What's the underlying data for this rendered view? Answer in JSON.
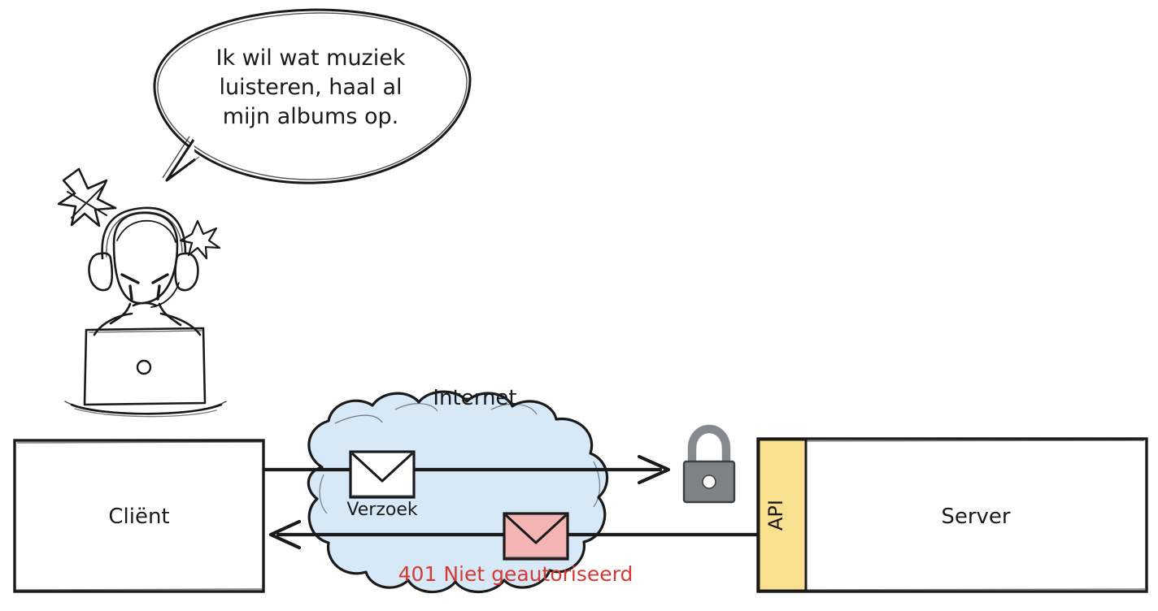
{
  "diagram": {
    "title": "Client API request with 401 unauthorized response",
    "style": "hand-drawn sketch",
    "background_color": "#ffffff"
  },
  "speech_bubble": {
    "name": "speech-bubble",
    "lines": [
      "Ik wil wat muziek",
      "luisteren, haal al",
      "mijn albums op."
    ],
    "text": "Ik wil wat muziek luisteren, haal al mijn albums op.",
    "stroke_color": "#1a1a1a",
    "fill_color": "#ffffff"
  },
  "person": {
    "name": "angry-user-at-laptop",
    "description": "angry person wearing a headset working on a laptop",
    "anger_marks": 2
  },
  "client_box": {
    "label": "Cliënt",
    "border_color": "#1a1a1a",
    "fill_color": "#ffffff"
  },
  "internet_cloud": {
    "label": "Internet",
    "fill_color": "#d7e8f6",
    "stroke_color": "#1a1a1a"
  },
  "request": {
    "envelope_label": "Verzoek",
    "envelope_color": "#ffffff",
    "arrow_direction": "right",
    "arrow_color": "#1a1a1a"
  },
  "response": {
    "status_text": "401 Niet geautoriseerd",
    "envelope_color": "#f4b4b4",
    "text_color": "#d33a33",
    "arrow_direction": "left",
    "arrow_color": "#1a1a1a"
  },
  "lock": {
    "name": "padlock-icon",
    "body_color": "#7d8287",
    "shackle_color": "#9aa0a5",
    "keyhole_color": "#ffffff",
    "state": "locked"
  },
  "server_box": {
    "label": "Server",
    "border_color": "#1a1a1a",
    "fill_color": "#ffffff"
  },
  "api_strip": {
    "label": "API",
    "fill_color": "#f8e08e",
    "border_color": "#1a1a1a",
    "orientation": "vertical"
  }
}
